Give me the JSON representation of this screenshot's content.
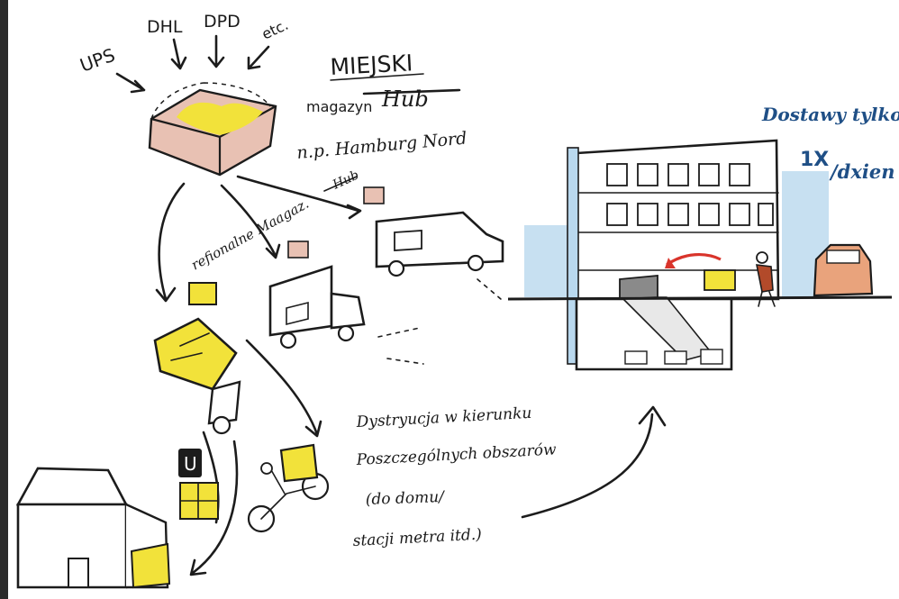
{
  "carriers": [
    "UPS",
    "DHL",
    "DPD",
    "etc."
  ],
  "hub_label": {
    "line1": "MIEJSKI",
    "line2": "magazyn",
    "line2_crossed": "Hub",
    "line3": "n.p. Hamburg Nord"
  },
  "regional_label": {
    "text": "refionalne Maagaz.",
    "crossed": "Hub"
  },
  "distribution_text": [
    "Dystryucja w kierunku",
    "Poszczególnych obszarów",
    "(do domu/",
    "stacji metra itd.)"
  ],
  "delivery_note": {
    "line1": "Dostawy tylko",
    "line2": "1X",
    "line3": "/dxien"
  },
  "metro_sign": "U",
  "colors": {
    "ink": "#1c1c1c",
    "package_yellow": "#f2e23a",
    "crate_pink": "#e8c1b3",
    "sky_blue": "#b9d8ee",
    "arrow_red": "#d9342b",
    "note_blue": "#1f4f86",
    "car_orange": "#e9a37c"
  },
  "icons": [
    "arrow-down-icon",
    "warehouse-crate-icon",
    "delivery-van-icon",
    "truck-icon",
    "cargo-bike-icon",
    "metro-sign-icon",
    "house-icon",
    "building-cross-section-icon",
    "car-icon",
    "courier-person-icon"
  ]
}
